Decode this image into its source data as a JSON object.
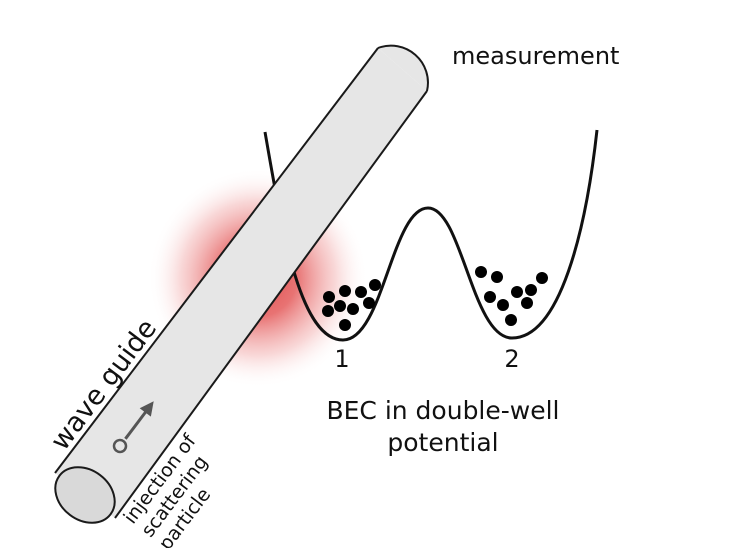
{
  "labels": {
    "measurement": "measurement",
    "well_1": "1",
    "well_2": "2",
    "bec_line1": "BEC in double-well",
    "bec_line2": "potential",
    "wave_guide": "wave guide",
    "injection_line1": "injection of",
    "injection_line2": "scattering",
    "injection_line3": "particle"
  },
  "particles": {
    "well_1_count": 9,
    "well_2_count": 9
  },
  "colors": {
    "background": "#ffffff",
    "waveguide_fill": "#e6e6e6",
    "waveguide_stroke": "#1a1a1a",
    "scattering_glow": "#e04a4a",
    "potential_curve": "#111111",
    "particle": "#000000",
    "arrow": "#555555"
  },
  "icons": {
    "scattering_particle": "open-circle",
    "direction": "arrow-up-right"
  }
}
